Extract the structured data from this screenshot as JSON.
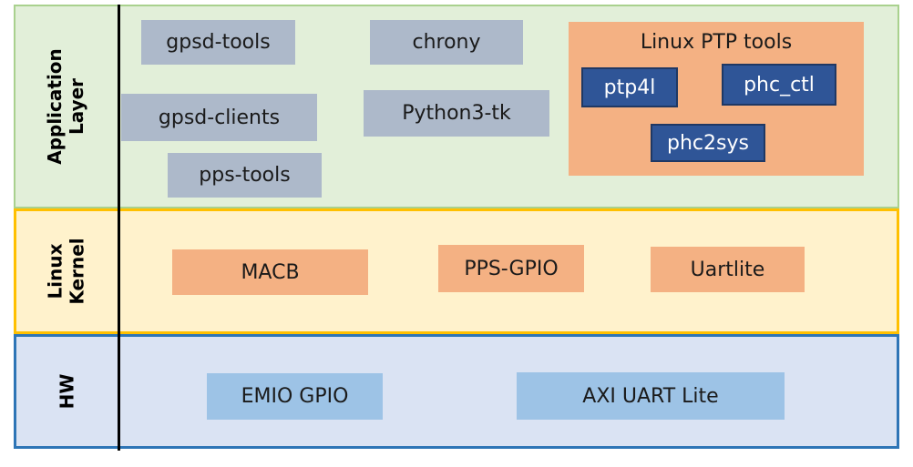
{
  "layers": {
    "application": {
      "label_line1": "Application",
      "label_line2": "Layer"
    },
    "kernel": {
      "label_line1": "Linux",
      "label_line2": "Kernel"
    },
    "hw": {
      "label": "HW"
    }
  },
  "application": {
    "gpsd_tools": "gpsd-tools",
    "chrony": "chrony",
    "gpsd_clients": "gpsd-clients",
    "python3_tk": "Python3-tk",
    "pps_tools": "pps-tools",
    "linux_ptp": {
      "title": "Linux PTP tools",
      "ptp4l": "ptp4l",
      "phc_ctl": "phc_ctl",
      "phc2sys": "phc2sys"
    }
  },
  "kernel": {
    "macb": "MACB",
    "pps_gpio": "PPS-GPIO",
    "uartlite": "Uartlite"
  },
  "hw": {
    "emio_gpio": "EMIO GPIO",
    "axi_uart_lite": "AXI UART Lite"
  },
  "colors": {
    "application_bg": "#e2efd9",
    "kernel_bg": "#fff2cc",
    "kernel_border": "#ffc000",
    "hw_bg": "#dae3f3",
    "hw_border": "#2e75b6",
    "app_box": "#adb9ca",
    "kernel_box": "#f4b183",
    "hw_box": "#9dc3e6",
    "ptp_box": "#2f5597"
  }
}
